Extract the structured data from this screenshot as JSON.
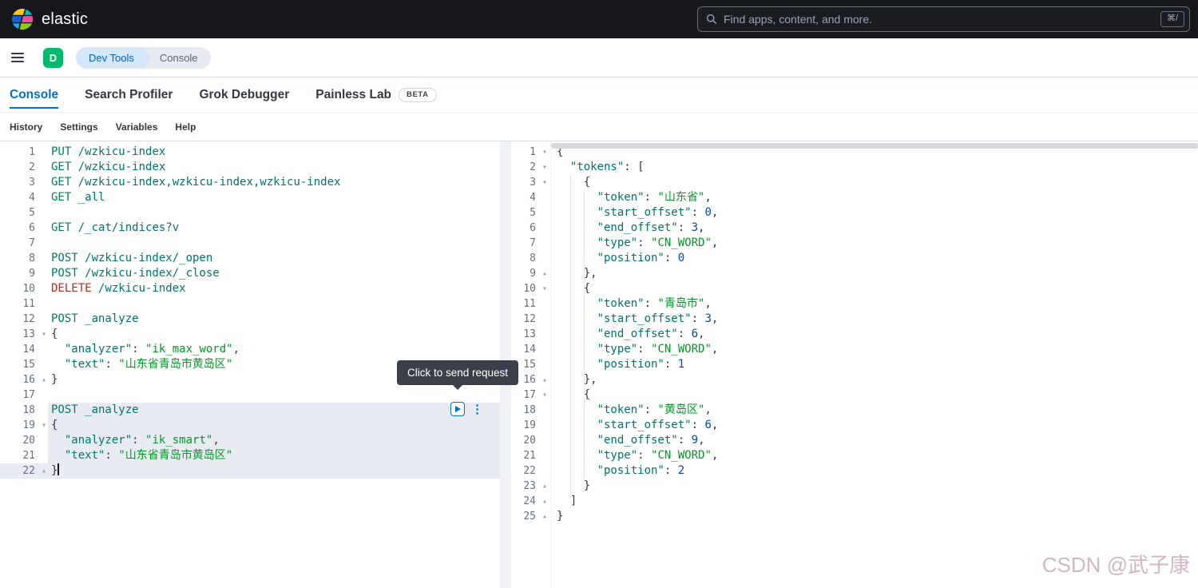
{
  "header": {
    "brand": "elastic",
    "search_placeholder": "Find apps, content, and more.",
    "search_shortcut": "⌘/"
  },
  "chrome": {
    "space_initial": "D",
    "breadcrumbs": [
      {
        "label": "Dev Tools"
      },
      {
        "label": "Console"
      }
    ]
  },
  "tabs": [
    {
      "label": "Console",
      "active": true
    },
    {
      "label": "Search Profiler"
    },
    {
      "label": "Grok Debugger"
    },
    {
      "label": "Painless Lab",
      "badge": "BETA"
    }
  ],
  "toolbar": [
    "History",
    "Settings",
    "Variables",
    "Help"
  ],
  "tooltip": {
    "text": "Click to send request"
  },
  "watermark": "CSDN @武子康",
  "colors": {
    "accent_blue": "#0071c2",
    "space_badge_green": "#00b96a",
    "method_green": "#00805c",
    "delete_red": "#bd271e",
    "url_teal": "#00756b",
    "string_green": "#009926",
    "number_blue": "#0645ad",
    "selection_highlight": "#e8ecf2",
    "topbar_bg": "#16171c"
  },
  "request_editor": {
    "highlight_lines": [
      18,
      19,
      20,
      21,
      22
    ],
    "cursor_line": 22,
    "lines": [
      {
        "n": 1,
        "t": [
          [
            "m",
            "PUT"
          ],
          [
            "u",
            " /wzkicu-index"
          ]
        ]
      },
      {
        "n": 2,
        "t": [
          [
            "m",
            "GET"
          ],
          [
            "u",
            " /wzkicu-index"
          ]
        ]
      },
      {
        "n": 3,
        "t": [
          [
            "m",
            "GET"
          ],
          [
            "u",
            " /wzkicu-index,wzkicu-index,wzkicu-index"
          ]
        ]
      },
      {
        "n": 4,
        "t": [
          [
            "m",
            "GET"
          ],
          [
            "u",
            " _all"
          ]
        ]
      },
      {
        "n": 5,
        "t": []
      },
      {
        "n": 6,
        "t": [
          [
            "m",
            "GET"
          ],
          [
            "u",
            " /_cat/indices?v"
          ]
        ]
      },
      {
        "n": 7,
        "t": []
      },
      {
        "n": 8,
        "t": [
          [
            "m",
            "POST"
          ],
          [
            "u",
            " /wzkicu-index/_open"
          ]
        ]
      },
      {
        "n": 9,
        "t": [
          [
            "m",
            "POST"
          ],
          [
            "u",
            " /wzkicu-index/_close"
          ]
        ]
      },
      {
        "n": 10,
        "t": [
          [
            "d",
            "DELETE"
          ],
          [
            "u",
            " /wzkicu-index"
          ]
        ]
      },
      {
        "n": 11,
        "t": []
      },
      {
        "n": 12,
        "t": [
          [
            "m",
            "POST"
          ],
          [
            "u",
            " _analyze"
          ]
        ]
      },
      {
        "n": 13,
        "fold": "open",
        "t": [
          [
            "p",
            "{"
          ]
        ]
      },
      {
        "n": 14,
        "t": [
          [
            "p",
            "  "
          ],
          [
            "k",
            "\"analyzer\""
          ],
          [
            "p",
            ": "
          ],
          [
            "s",
            "\"ik_max_word\""
          ],
          [
            "p",
            ","
          ]
        ]
      },
      {
        "n": 15,
        "t": [
          [
            "p",
            "  "
          ],
          [
            "k",
            "\"text\""
          ],
          [
            "p",
            ": "
          ],
          [
            "s",
            "\"山东省青岛市黄岛区\""
          ]
        ]
      },
      {
        "n": 16,
        "fold": "close",
        "t": [
          [
            "p",
            "}"
          ]
        ]
      },
      {
        "n": 17,
        "t": []
      },
      {
        "n": 18,
        "t": [
          [
            "m",
            "POST"
          ],
          [
            "u",
            " _analyze"
          ]
        ]
      },
      {
        "n": 19,
        "fold": "open",
        "t": [
          [
            "p",
            "{"
          ]
        ]
      },
      {
        "n": 20,
        "t": [
          [
            "p",
            "  "
          ],
          [
            "k",
            "\"analyzer\""
          ],
          [
            "p",
            ": "
          ],
          [
            "s",
            "\"ik_smart\""
          ],
          [
            "p",
            ","
          ]
        ]
      },
      {
        "n": 21,
        "t": [
          [
            "p",
            "  "
          ],
          [
            "k",
            "\"text\""
          ],
          [
            "p",
            ": "
          ],
          [
            "s",
            "\"山东省青岛市黄岛区\""
          ]
        ]
      },
      {
        "n": 22,
        "fold": "close",
        "t": [
          [
            "p",
            "}"
          ]
        ]
      }
    ]
  },
  "response_editor": {
    "lines": [
      {
        "n": 1,
        "fold": "open",
        "t": [
          [
            "p",
            "{"
          ]
        ]
      },
      {
        "n": 2,
        "fold": "open",
        "t": [
          [
            "p",
            "  "
          ],
          [
            "k",
            "\"tokens\""
          ],
          [
            "p",
            ": ["
          ]
        ]
      },
      {
        "n": 3,
        "fold": "open",
        "t": [
          [
            "p",
            "    {"
          ]
        ]
      },
      {
        "n": 4,
        "t": [
          [
            "p",
            "      "
          ],
          [
            "k",
            "\"token\""
          ],
          [
            "p",
            ": "
          ],
          [
            "s",
            "\"山东省\""
          ],
          [
            "p",
            ","
          ]
        ]
      },
      {
        "n": 5,
        "t": [
          [
            "p",
            "      "
          ],
          [
            "k",
            "\"start_offset\""
          ],
          [
            "p",
            ": "
          ],
          [
            "n",
            "0"
          ],
          [
            "p",
            ","
          ]
        ]
      },
      {
        "n": 6,
        "t": [
          [
            "p",
            "      "
          ],
          [
            "k",
            "\"end_offset\""
          ],
          [
            "p",
            ": "
          ],
          [
            "n",
            "3"
          ],
          [
            "p",
            ","
          ]
        ]
      },
      {
        "n": 7,
        "t": [
          [
            "p",
            "      "
          ],
          [
            "k",
            "\"type\""
          ],
          [
            "p",
            ": "
          ],
          [
            "s",
            "\"CN_WORD\""
          ],
          [
            "p",
            ","
          ]
        ]
      },
      {
        "n": 8,
        "t": [
          [
            "p",
            "      "
          ],
          [
            "k",
            "\"position\""
          ],
          [
            "p",
            ": "
          ],
          [
            "n",
            "0"
          ]
        ]
      },
      {
        "n": 9,
        "fold": "close",
        "t": [
          [
            "p",
            "    },"
          ]
        ]
      },
      {
        "n": 10,
        "fold": "open",
        "t": [
          [
            "p",
            "    {"
          ]
        ]
      },
      {
        "n": 11,
        "t": [
          [
            "p",
            "      "
          ],
          [
            "k",
            "\"token\""
          ],
          [
            "p",
            ": "
          ],
          [
            "s",
            "\"青岛市\""
          ],
          [
            "p",
            ","
          ]
        ]
      },
      {
        "n": 12,
        "t": [
          [
            "p",
            "      "
          ],
          [
            "k",
            "\"start_offset\""
          ],
          [
            "p",
            ": "
          ],
          [
            "n",
            "3"
          ],
          [
            "p",
            ","
          ]
        ]
      },
      {
        "n": 13,
        "t": [
          [
            "p",
            "      "
          ],
          [
            "k",
            "\"end_offset\""
          ],
          [
            "p",
            ": "
          ],
          [
            "n",
            "6"
          ],
          [
            "p",
            ","
          ]
        ]
      },
      {
        "n": 14,
        "t": [
          [
            "p",
            "      "
          ],
          [
            "k",
            "\"type\""
          ],
          [
            "p",
            ": "
          ],
          [
            "s",
            "\"CN_WORD\""
          ],
          [
            "p",
            ","
          ]
        ]
      },
      {
        "n": 15,
        "t": [
          [
            "p",
            "      "
          ],
          [
            "k",
            "\"position\""
          ],
          [
            "p",
            ": "
          ],
          [
            "n",
            "1"
          ]
        ]
      },
      {
        "n": 16,
        "fold": "close",
        "t": [
          [
            "p",
            "    },"
          ]
        ]
      },
      {
        "n": 17,
        "fold": "open",
        "t": [
          [
            "p",
            "    {"
          ]
        ]
      },
      {
        "n": 18,
        "t": [
          [
            "p",
            "      "
          ],
          [
            "k",
            "\"token\""
          ],
          [
            "p",
            ": "
          ],
          [
            "s",
            "\"黄岛区\""
          ],
          [
            "p",
            ","
          ]
        ]
      },
      {
        "n": 19,
        "t": [
          [
            "p",
            "      "
          ],
          [
            "k",
            "\"start_offset\""
          ],
          [
            "p",
            ": "
          ],
          [
            "n",
            "6"
          ],
          [
            "p",
            ","
          ]
        ]
      },
      {
        "n": 20,
        "t": [
          [
            "p",
            "      "
          ],
          [
            "k",
            "\"end_offset\""
          ],
          [
            "p",
            ": "
          ],
          [
            "n",
            "9"
          ],
          [
            "p",
            ","
          ]
        ]
      },
      {
        "n": 21,
        "t": [
          [
            "p",
            "      "
          ],
          [
            "k",
            "\"type\""
          ],
          [
            "p",
            ": "
          ],
          [
            "s",
            "\"CN_WORD\""
          ],
          [
            "p",
            ","
          ]
        ]
      },
      {
        "n": 22,
        "t": [
          [
            "p",
            "      "
          ],
          [
            "k",
            "\"position\""
          ],
          [
            "p",
            ": "
          ],
          [
            "n",
            "2"
          ]
        ]
      },
      {
        "n": 23,
        "fold": "close",
        "t": [
          [
            "p",
            "    }"
          ]
        ]
      },
      {
        "n": 24,
        "fold": "close",
        "t": [
          [
            "p",
            "  ]"
          ]
        ]
      },
      {
        "n": 25,
        "fold": "close",
        "t": [
          [
            "p",
            "}"
          ]
        ]
      }
    ]
  }
}
